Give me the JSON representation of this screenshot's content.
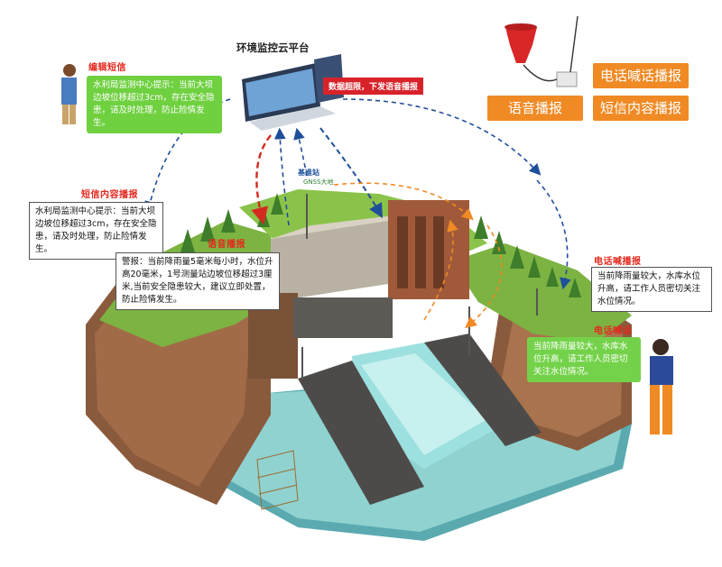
{
  "platform": {
    "title": "环境监控云平台",
    "alert": "数据超限，下发语音播报"
  },
  "base_station": {
    "name": "基准站",
    "sub": "GNSS大地"
  },
  "left_top": {
    "tag": "编辑短信",
    "message": "水利局监测中心提示：当前大坝边坡位移超过3cm，存在安全隐患，请及时处理，防止险情发生。"
  },
  "left_mid": {
    "tag": "短信内容播报",
    "message": "水利局监测中心提示：当前大坝边坡位移超过3cm，存在安全隐患，请及时处理，防止险情发生。"
  },
  "voice": {
    "tag": "语音播报",
    "message": "警报：当前降雨量5毫米每小时，水位升高20毫米，1号测量站边坡位移超过3厘米,当前安全隐患较大，建议立即处置，防止险情发生。"
  },
  "phone_broadcast": {
    "tag": "电话喊播报",
    "message": "当前降雨量较大，水库水位升高，请工作人员密切关注水位情况。"
  },
  "phone_call": {
    "tag": "电话喊话",
    "message": "当前降雨量较大，水库水位升高，请工作人员密切关注水位情况。"
  },
  "legend_buttons": [
    "电话喊话播报",
    "语音播报",
    "短信内容播报"
  ],
  "colors": {
    "accent_orange": "#f08a24",
    "alert_red": "#d8222a",
    "tag_red": "#e5281e",
    "bubble_green": "#6fd040",
    "arrow_blue": "#1f4e9a",
    "arrow_red": "#d42a20"
  }
}
